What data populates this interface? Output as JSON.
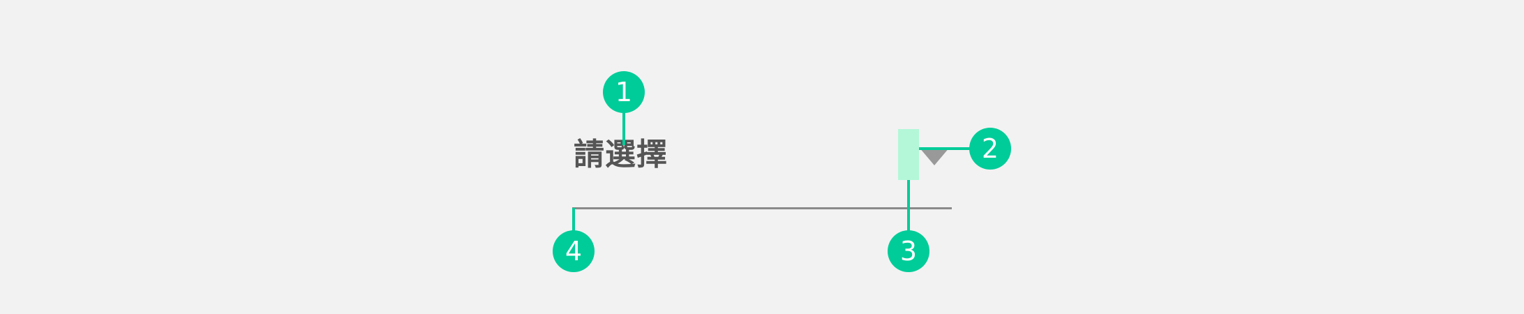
{
  "mock": {
    "label": "請選擇"
  },
  "callouts": [
    {
      "number": "1"
    },
    {
      "number": "2"
    },
    {
      "number": "3"
    },
    {
      "number": "4"
    }
  ],
  "colors": {
    "background": "#f2f2f2",
    "accent": "#00cc99",
    "highlight": "#b3f7d8",
    "text": "#555555",
    "arrow": "#999999",
    "underline": "#8a8a8a"
  }
}
